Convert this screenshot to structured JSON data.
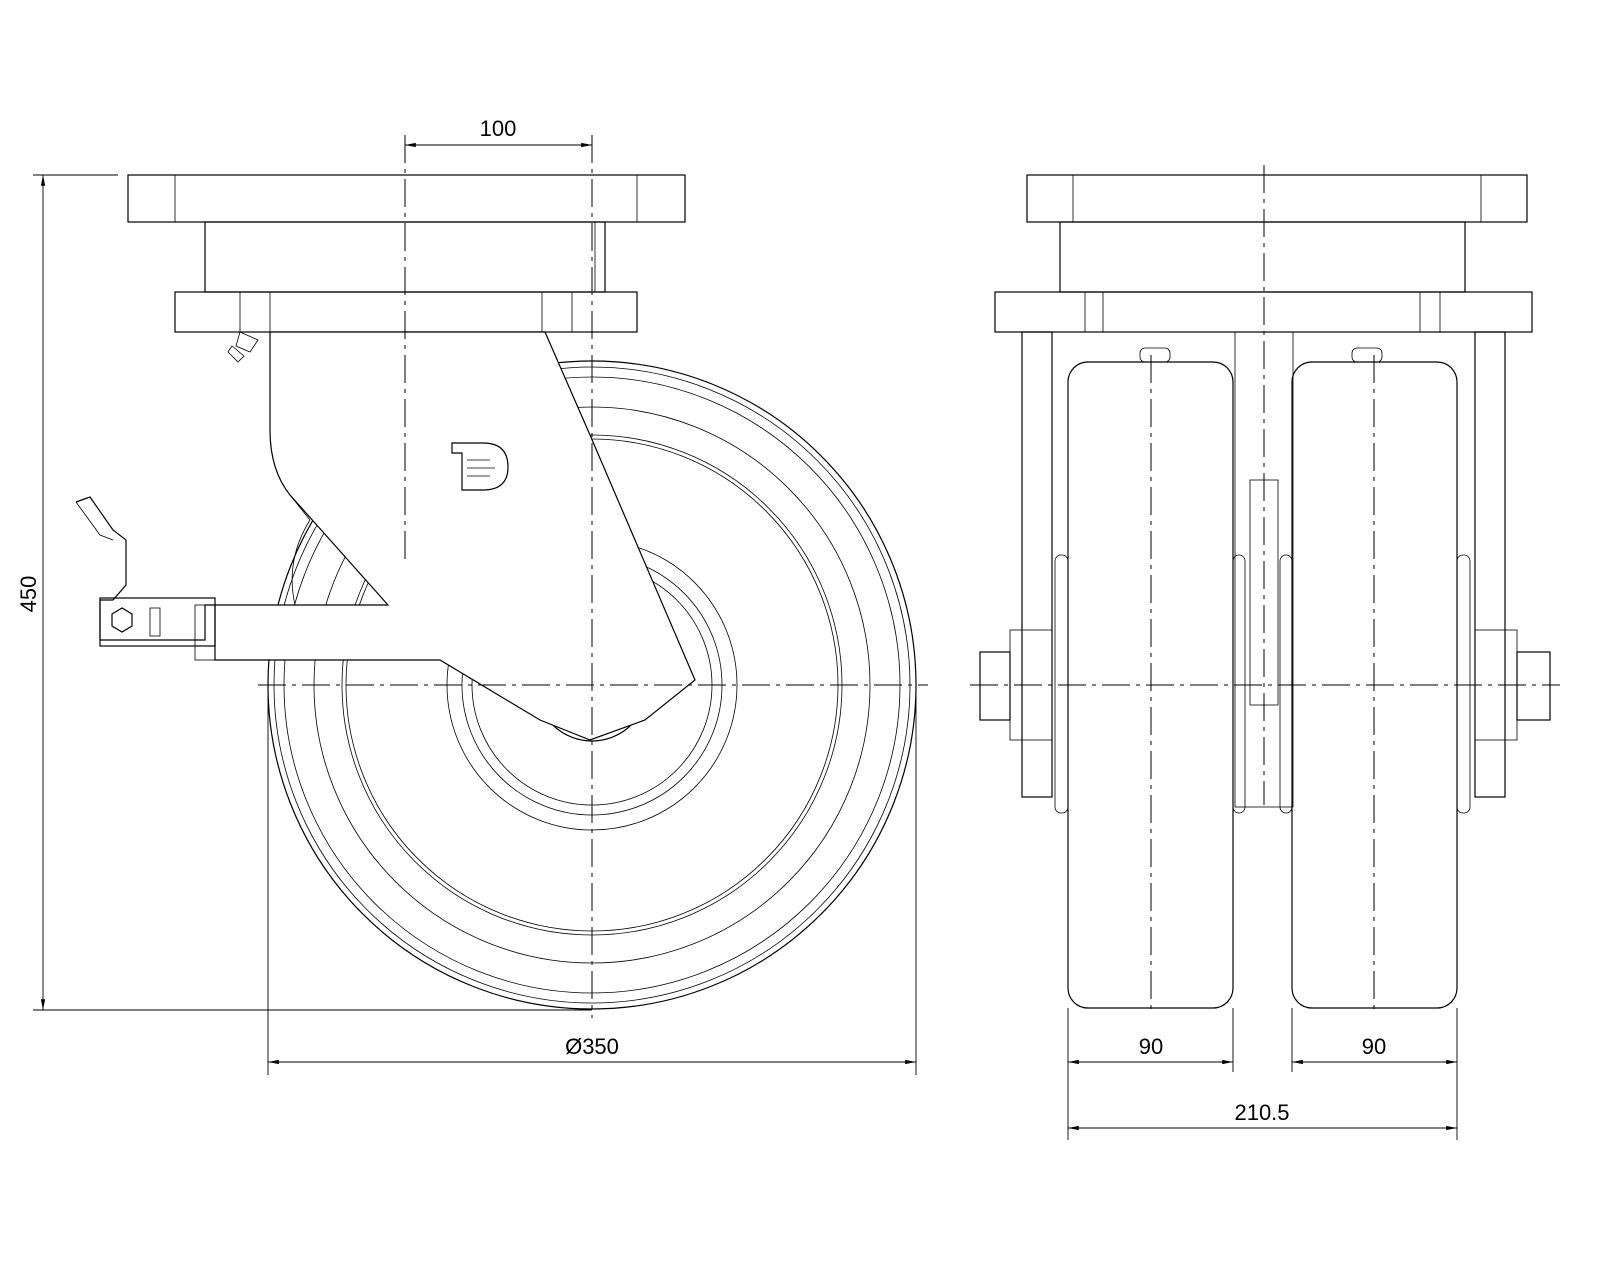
{
  "drawing": {
    "side_view": {
      "offset_dimension": "100",
      "height_dimension": "450",
      "wheel_diameter_dimension": "Ø350"
    },
    "front_view": {
      "left_wheel_width_dimension": "90",
      "right_wheel_width_dimension": "90",
      "overall_width_dimension": "210.5"
    },
    "colors": {
      "line": "#000000",
      "background": "#ffffff"
    }
  }
}
